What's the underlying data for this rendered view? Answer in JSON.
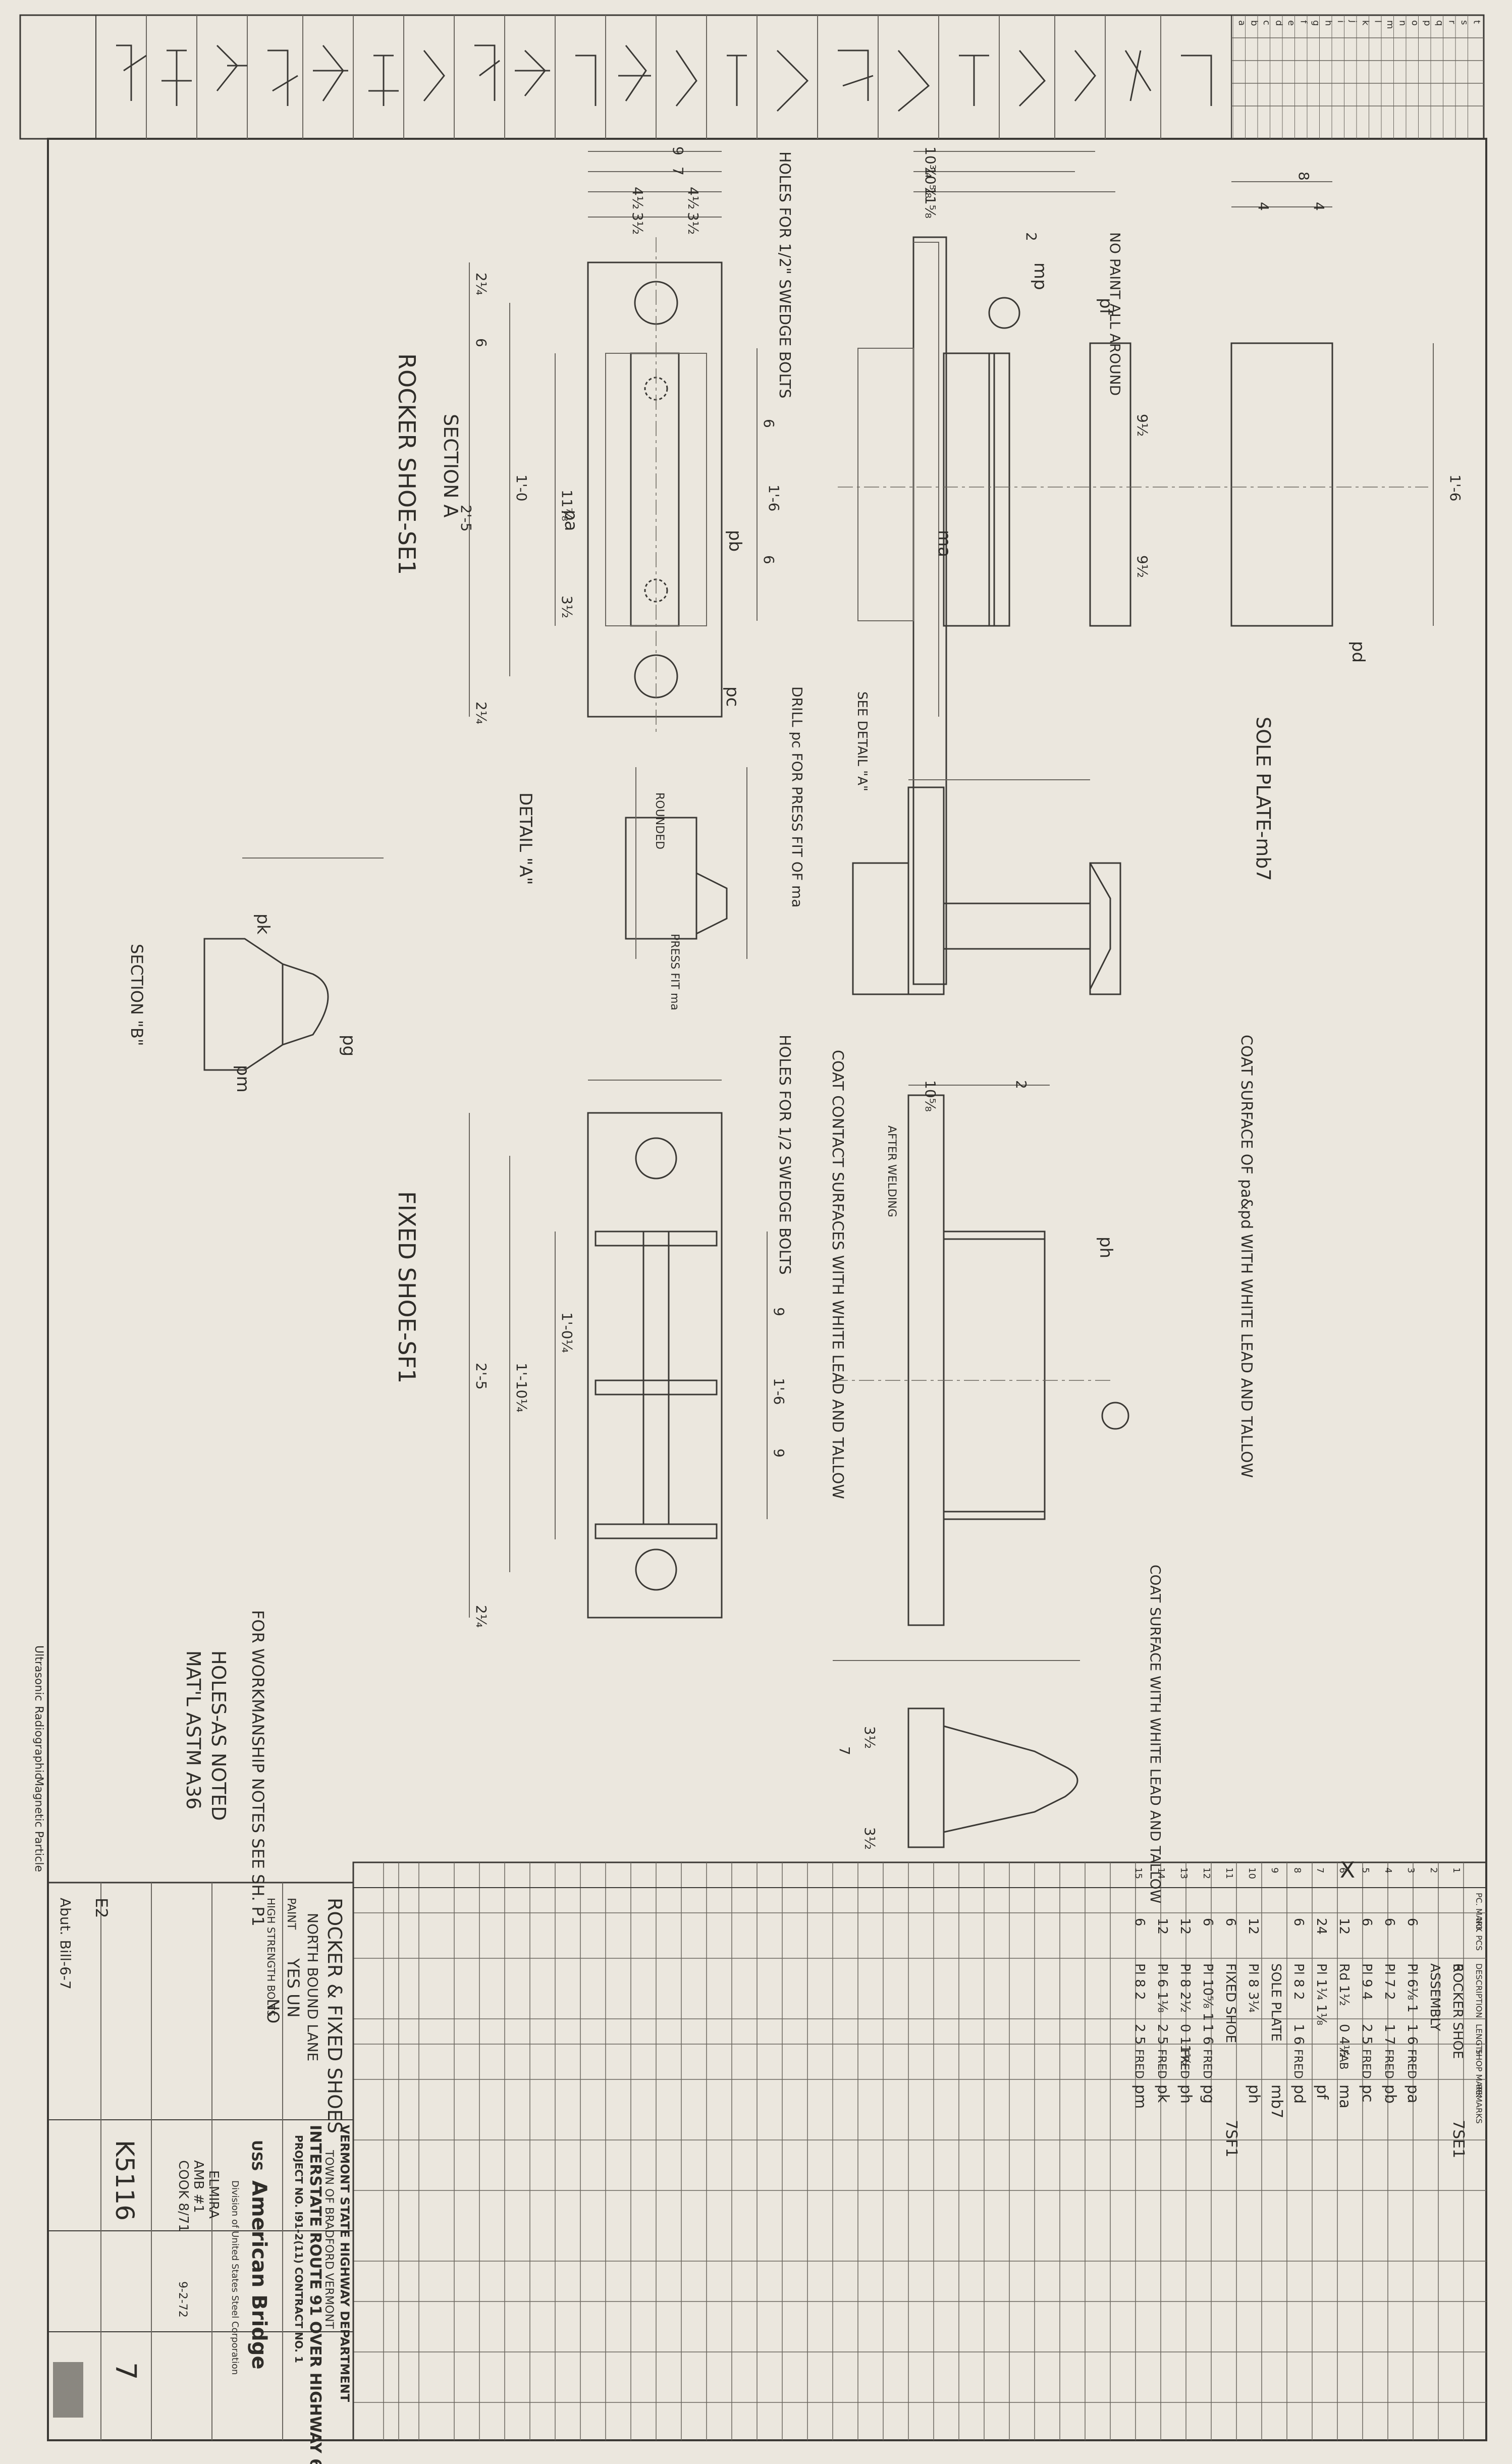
{
  "drawing": {
    "rocker_shoe_title": "ROCKER SHOE-SE1",
    "fixed_shoe_title": "FIXED SHOE-SF1",
    "section_a": "SECTION A",
    "section_b": "SECTION \"B\"",
    "detail_a": "DETAIL \"A\"",
    "sole_plate": "SOLE PLATE-mb7",
    "holes_note_1": "HOLES FOR 1/2\" SWEDGE BOLTS",
    "holes_note_2": "HOLES FOR 1/2 SWEDGE BOLTS",
    "no_paint": "NO PAINT ALL AROUND",
    "coat_note_1": "COAT SURFACE OF pa&pd WITH WHITE LEAD AND TALLOW",
    "coat_note_2": "COAT CONTACT SURFACES WITH WHITE LEAD AND TALLOW",
    "coat_note_3": "COAT SURFACE WITH WHITE LEAD AND TALLOW",
    "drill_note": "DRILL pc FOR PRESS FIT OF ma",
    "see_detail": "SEE DETAIL \"A\"",
    "press_fit": "PRESS FIT ma",
    "rounded": "ROUNDED",
    "after_welding": "AFTER WELDING",
    "workmanship": "FOR WORKMANSHIP NOTES SEE SH. P1",
    "holes_as_noted": "HOLES-AS NOTED",
    "matl": "MAT'L ASTM A36",
    "dims": [
      "9",
      "7",
      "4½",
      "4½",
      "3½",
      "3½",
      "2¼",
      "6",
      "1'-0",
      "11⅞",
      "2'-5",
      "3½",
      "1'-6",
      "6",
      "6",
      "2¼",
      "10¾",
      "10⅝",
      "11⅝",
      "2",
      "8",
      "4",
      "4",
      "1'-6",
      "9½",
      "9½",
      "2'-5",
      "1'-10¼",
      "1'-0¼",
      "9",
      "9",
      "2¼",
      "1'-6",
      "10⅝",
      "2",
      "7",
      "3½",
      "3½"
    ],
    "parts": [
      "pa",
      "pb",
      "pc",
      "pd",
      "pf",
      "ma",
      "mp",
      "pk",
      "pm",
      "pg",
      "ph"
    ]
  },
  "inspection": {
    "ultrasonic": "Ultrasonic",
    "radiographic": "Radiographic",
    "magnetic": "Magnetic Particle",
    "mark": "X"
  },
  "bill": {
    "header": [
      "PC. MARK",
      "NO. PCS",
      "DESCRIPTION",
      "LENGTH",
      "SHOP MARK",
      "REMARKS"
    ],
    "rows": [
      {
        "line": "1",
        "qty": "",
        "desc": "6",
        "sub": "ROCKER SHOE",
        "mark": "",
        "right": "7SE1"
      },
      {
        "line": "2",
        "qty": "",
        "desc": "",
        "sub": "ASSEMBLY",
        "mark": "",
        "right": ""
      },
      {
        "line": "3",
        "qty": "6",
        "desc": "Pl 6⅛ 1",
        "len": "1 6",
        "note": "FRED",
        "mark": "pa",
        "right": ""
      },
      {
        "line": "4",
        "qty": "6",
        "desc": "Pl 7 2",
        "len": "1 7",
        "note": "FRED",
        "mark": "pb",
        "right": ""
      },
      {
        "line": "5",
        "qty": "6",
        "desc": "Pl 9 4",
        "len": "2 5",
        "note": "FRED",
        "mark": "pc",
        "right": ""
      },
      {
        "line": "6",
        "qty": "12",
        "desc": "Rd 1½",
        "len": "0 4½",
        "note": "FAB",
        "mark": "ma",
        "right": ""
      },
      {
        "line": "7",
        "qty": "24",
        "desc": "Pl 1¼ 1⅛",
        "len": "",
        "note": "",
        "mark": "pf",
        "right": ""
      },
      {
        "line": "8",
        "qty": "6",
        "desc": "Pl 8 2",
        "len": "1 6",
        "note": "FRED",
        "mark": "pd",
        "right": ""
      },
      {
        "line": "9",
        "qty": "",
        "desc": "SOLE PLATE",
        "len": "",
        "note": "",
        "mark": "mb7",
        "right": ""
      },
      {
        "line": "10",
        "qty": "12",
        "desc": "Pl 8 3¼",
        "len": "",
        "note": "",
        "mark": "ph",
        "right": ""
      },
      {
        "line": "11",
        "qty": "6",
        "desc": "FIXED SHOE",
        "len": "",
        "note": "",
        "mark": "",
        "right": "7SF1"
      },
      {
        "line": "12",
        "qty": "6",
        "desc": "Pl 10⅝ 1",
        "len": "1 6",
        "note": "FRED",
        "mark": "pg",
        "right": ""
      },
      {
        "line": "13",
        "qty": "12",
        "desc": "Pl 8 2½",
        "len": "0 11½",
        "note": "FRED",
        "mark": "ph",
        "right": ""
      },
      {
        "line": "14",
        "qty": "12",
        "desc": "Pl 6 1⅛",
        "len": "2 5",
        "note": "FRED",
        "mark": "pk",
        "right": ""
      },
      {
        "line": "15",
        "qty": "6",
        "desc": "Pl 8 2",
        "len": "2 5",
        "note": "FRED",
        "mark": "pm",
        "right": ""
      }
    ]
  },
  "title_block": {
    "job_title": "ROCKER & FIXED SHOES",
    "job_sub": "NORTH BOUND LANE",
    "paint": "PAINT",
    "paint_val": "YES UN",
    "high_strength": "HIGH STRENGTH BOLTS",
    "hs_val": "NO",
    "department": "VERMONT STATE HIGHWAY DEPARTMENT",
    "town": "TOWN OF BRADFORD VERMONT",
    "route": "INTERSTATE ROUTE 91 OVER HIGHWAY 6",
    "project": "PROJECT NO. I91-2(11) CONTRACT NO. 1",
    "company": "American Bridge",
    "division": "Division of United States Steel Corporation",
    "uss": "USS",
    "plant": "ELMIRA",
    "drawn": "AMB #1",
    "checked": "COOK 8/71",
    "date": "9-2-72",
    "contract": "K5116",
    "sheet": "7",
    "erection": "E2",
    "bill_no": "Abut. Bill-6-7"
  },
  "top_strip": {
    "columns": [
      "a",
      "b",
      "c",
      "d",
      "e",
      "f",
      "g",
      "h",
      "i",
      "j",
      "k",
      "l",
      "m",
      "n",
      "o",
      "p",
      "q",
      "r",
      "s",
      "t"
    ]
  }
}
